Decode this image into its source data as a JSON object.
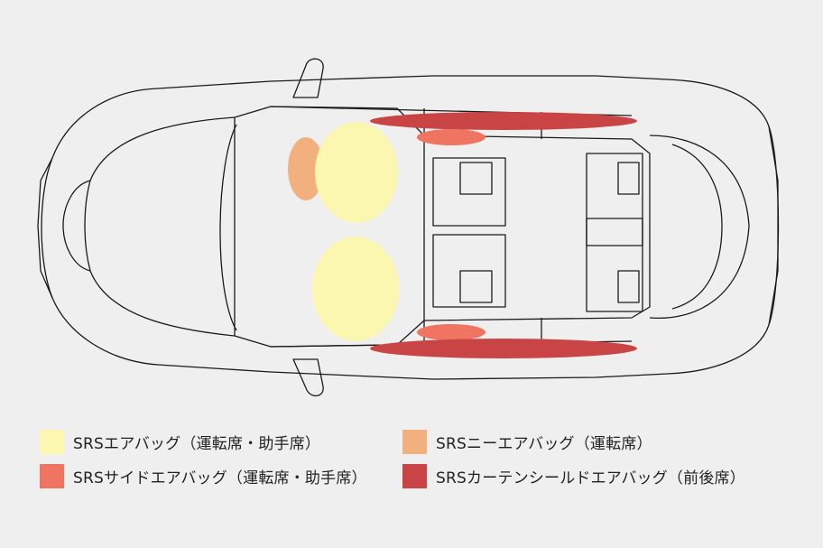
{
  "colors": {
    "background": "#efefef",
    "outline": "#1a1a1a",
    "front_airbag": "#fbf7b1",
    "knee_airbag": "#f2b07e",
    "side_airbag": "#ef7462",
    "curtain_airbag": "#c94545"
  },
  "legend": {
    "front": "SRSエアバッグ（運転席・助手席）",
    "knee": "SRSニーエアバッグ（運転席）",
    "side": "SRSサイドエアバッグ（運転席・助手席）",
    "curtain": "SRSカーテンシールドエアバッグ（前後席）"
  }
}
